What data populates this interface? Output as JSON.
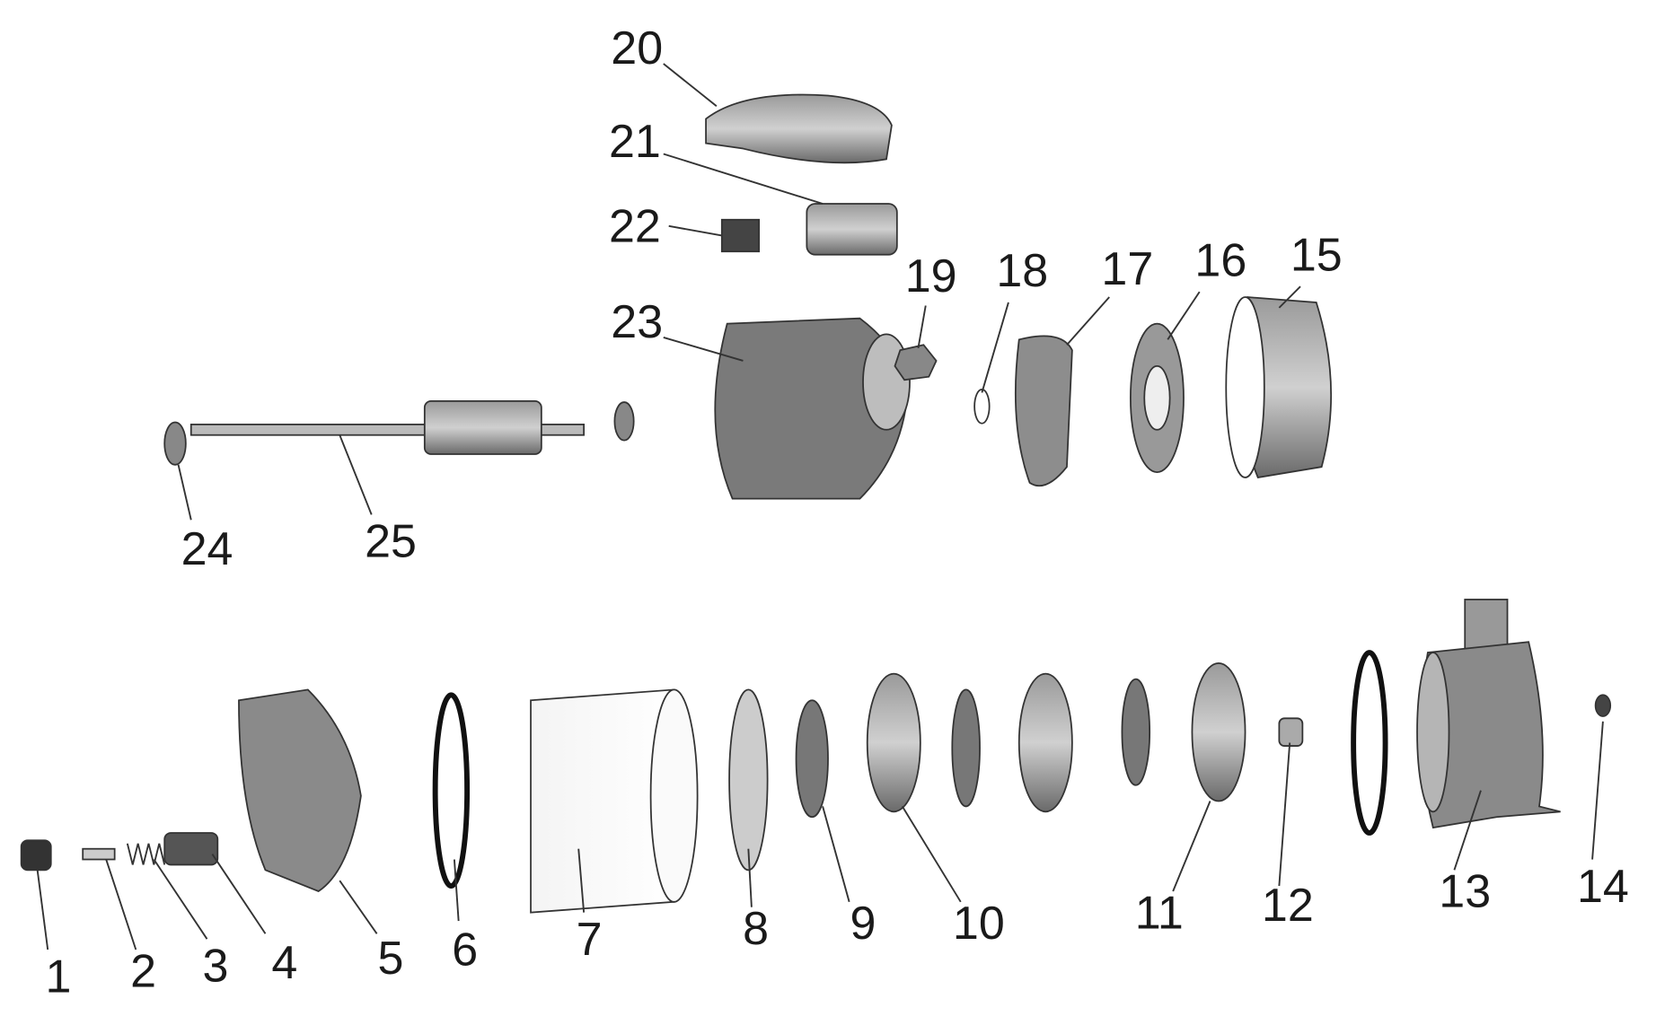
{
  "diagram": {
    "type": "exploded-parts-diagram",
    "part_labels": [
      "1",
      "2",
      "3",
      "4",
      "5",
      "6",
      "7",
      "8",
      "9",
      "10",
      "11",
      "12",
      "13",
      "14",
      "15",
      "16",
      "17",
      "18",
      "19",
      "20",
      "21",
      "22",
      "23",
      "24",
      "25"
    ]
  },
  "colors": {
    "part_gray": "#8a8a8a",
    "dark": "#3a3a3a",
    "light": "#d8d8d8"
  }
}
